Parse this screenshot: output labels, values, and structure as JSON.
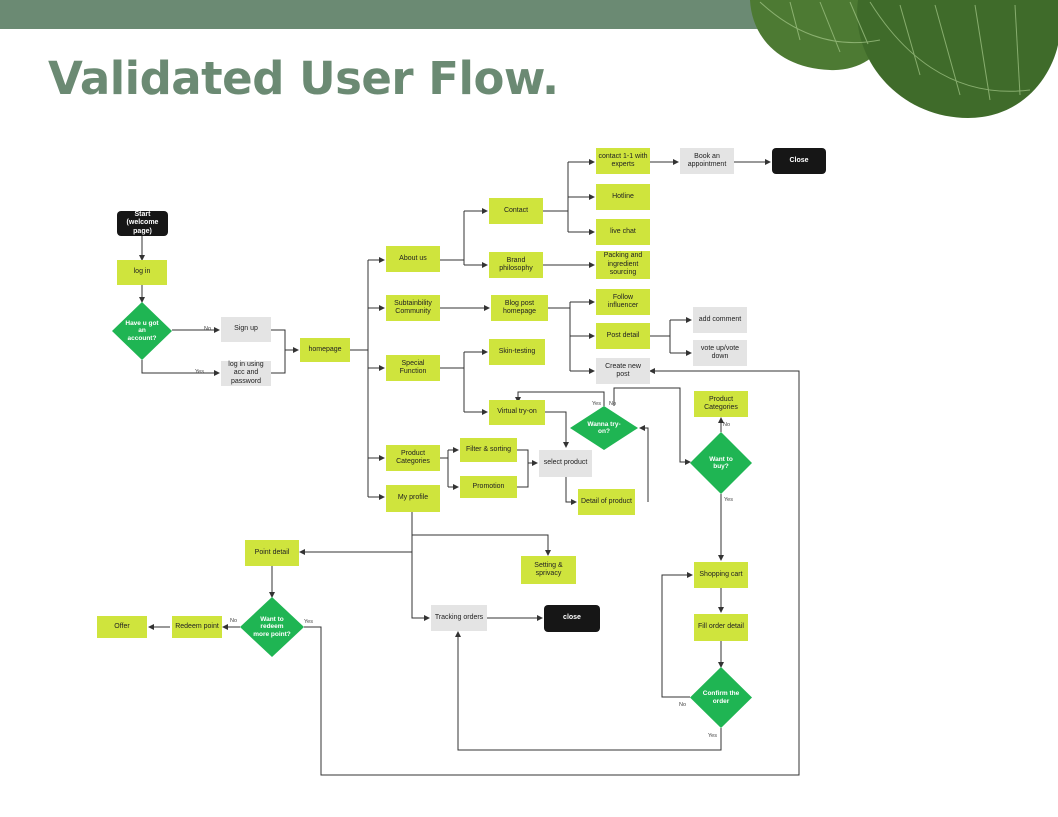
{
  "slide": {
    "title": "Validated User Flow.",
    "colors": {
      "header_bar": "#6b8a73",
      "title": "#6b8a73",
      "process_box": "#cfe43d",
      "page_box": "#e4e4e4",
      "terminal_box": "#161616",
      "decision": "#1fb553",
      "leaf": "#3f6b2a"
    }
  },
  "nodes": {
    "start": "Start (welcome page)",
    "login": "log in",
    "have_account": "Have u got an account?",
    "signup": "Sign up",
    "login_acc": "log in using acc and password",
    "homepage": "homepage",
    "about_us": "About us",
    "contact": "Contact",
    "contact_experts": "contact 1-1 with experts",
    "book_appointment": "Book an appointment",
    "close_top": "Close",
    "hotline": "Hotline",
    "live_chat": "live chat",
    "brand_philosophy": "Brand philosophy",
    "packing": "Packing and ingredient sourcing",
    "sustainability": "Subtainbility Community",
    "blog_post": "Blog post homepage",
    "follow_influencer": "Follow influencer",
    "post_detail": "Post detail",
    "add_comment": "add comment",
    "vote": "vote up/vote down",
    "create_post": "Create new post",
    "special_function": "Special Function",
    "skin_testing": "Skin-testing",
    "virtual_tryon": "Virtual try-on",
    "wanna_tryon": "Wanna try-on?",
    "product_categories": "Product Categories",
    "filter_sorting": "Filter & sorting",
    "promotion": "Promotion",
    "select_product": "select product",
    "detail_product": "Detail of product",
    "product_categories_right": "Product Categories",
    "want_to_buy": "Want to buy?",
    "my_profile": "My profile",
    "point_detail": "Point detail",
    "want_redeem": "Want to redeem more point?",
    "redeem_point": "Redeem point",
    "offer": "Offer",
    "setting_privacy": "Setting & sprivacy",
    "tracking_orders": "Tracking orders",
    "close_bottom": "close",
    "shopping_cart": "Shopping cart",
    "fill_order": "Fill order detail",
    "confirm_order": "Confirm the order"
  },
  "labels": {
    "account_no": "No",
    "account_yes": "Yes",
    "tryon_yes": "Yes",
    "tryon_no": "No",
    "buy_no": "No",
    "buy_yes": "Yes",
    "redeem_no": "No",
    "redeem_yes": "Yes",
    "confirm_no": "No",
    "confirm_yes": "Yes"
  }
}
